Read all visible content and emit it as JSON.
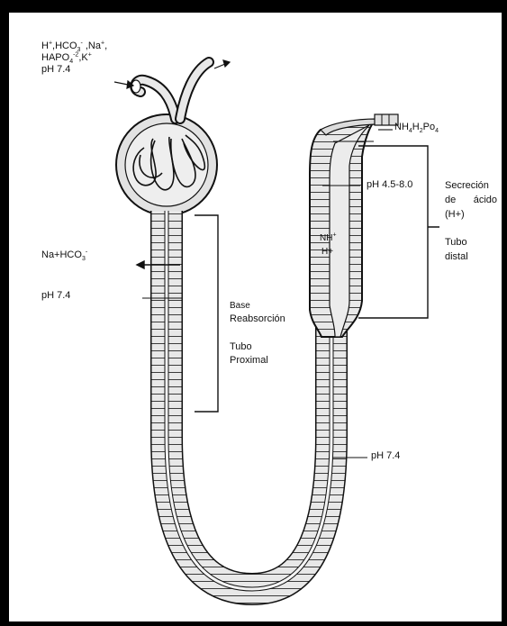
{
  "labels": {
    "ions_line1_a": "H",
    "ions_line1_b": "+",
    "ions_line1_c": ",HCO",
    "ions_line1_d": "3",
    "ions_line1_e": "-",
    "ions_line1_f": " ,Na",
    "ions_line1_g": "+",
    "ions_line1_h": ",",
    "ions_line2_a": "HAPO",
    "ions_line2_b": "4",
    "ions_line2_c": "-2",
    "ions_line2_d": ",K",
    "ions_line2_e": "+",
    "ph_top": "pH 7.4",
    "nahco3_a": "Na+HCO",
    "nahco3_b": "3",
    "nahco3_c": "-",
    "ph_left": "pH 7.4",
    "base": "Base",
    "reabsorcion": "Reabsorción",
    "tubo_proximal_1": "Tubo",
    "tubo_proximal_2": "Proximal",
    "nh4h2po4_a": "NH",
    "nh4h2po4_b": "4",
    "nh4h2po4_c": "H",
    "nh4h2po4_d": "2",
    "nh4h2po4_e": "Po",
    "nh4h2po4_f": "4",
    "ph_distal": "pH 4.5-8.0",
    "secrecion": "Secreción",
    "de_acido": "de ácido",
    "h_plus": "(H+)",
    "tubo_distal_1": "Tubo",
    "tubo_distal_2": "distal",
    "nh_a": "NH",
    "nh_b": "+",
    "h_inner": "H+",
    "ph_bottom": "pH 7.4"
  },
  "colors": {
    "ink": "#111111",
    "fill": "#e8e8e8",
    "frame": "#000000",
    "page": "#ffffff"
  }
}
